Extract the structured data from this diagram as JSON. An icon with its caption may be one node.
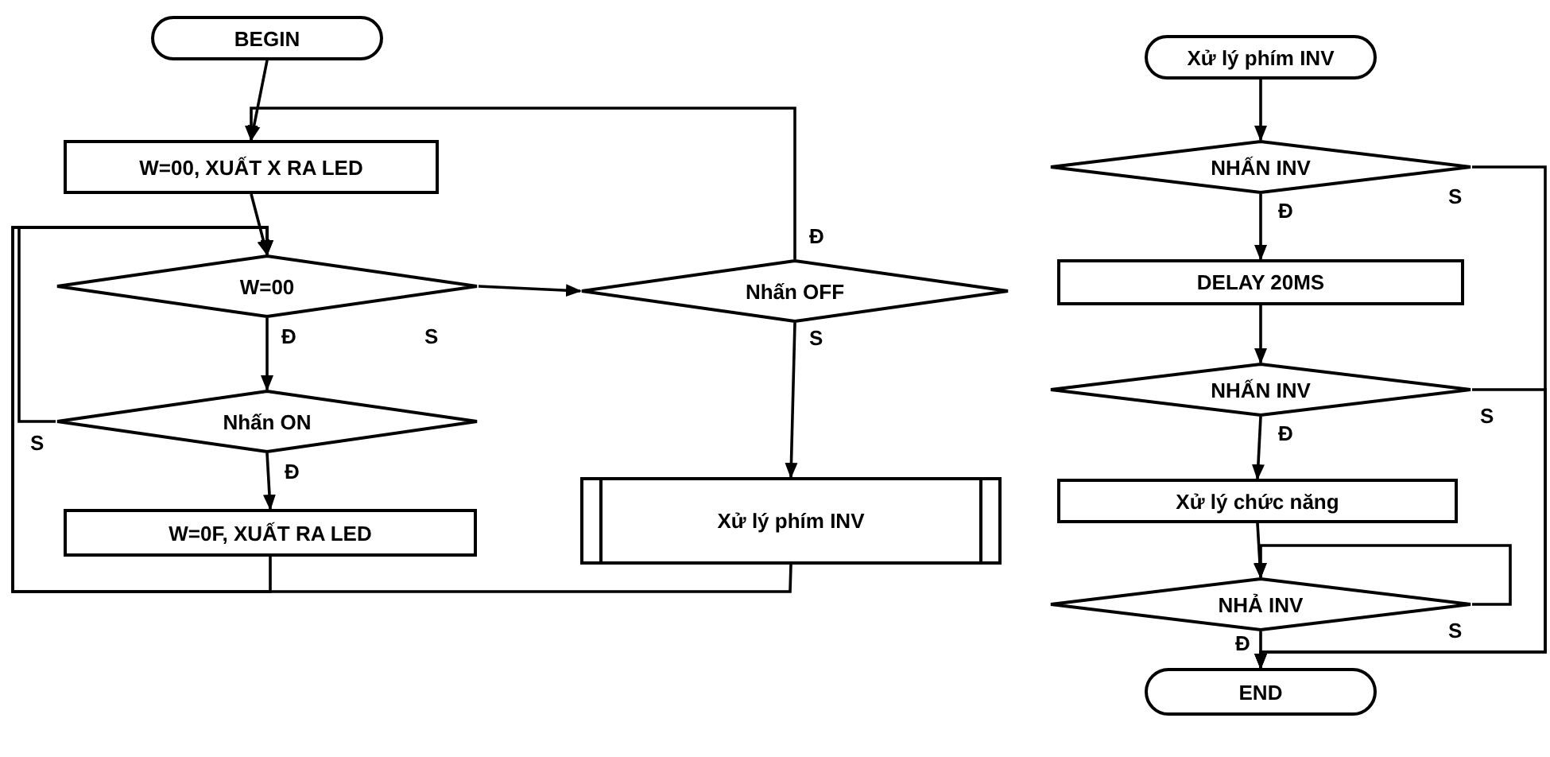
{
  "diagram": {
    "nodes": [
      {
        "text": [
          "BEGIN"
        ]
      },
      {
        "text": [
          "W=00, XUẤT X RA LED"
        ]
      },
      {
        "text": [
          "W=00"
        ]
      },
      {
        "text": [
          "Nhấn ON"
        ]
      },
      {
        "text": [
          "W=0F, XUẤT RA LED"
        ]
      },
      {
        "text": [
          "Nhấn OFF"
        ]
      },
      {
        "text": [
          "Xử lý phím INV"
        ]
      },
      {
        "text": [
          "Xử lý phím INV"
        ]
      },
      {
        "text": [
          "NHẤN INV"
        ]
      },
      {
        "text": [
          "DELAY 20MS"
        ]
      },
      {
        "text": [
          "NHẤN INV"
        ]
      },
      {
        "text": [
          "Xử lý chức năng"
        ]
      },
      {
        "text": [
          "NHẢ INV"
        ]
      },
      {
        "text": [
          "END"
        ]
      }
    ],
    "edges": [
      {
        "from": 0,
        "to": 1,
        "arrow": "to"
      },
      {
        "from": 1,
        "to": 2,
        "arrow": "to"
      },
      {
        "from": 2,
        "to": 3,
        "arrow": "to",
        "label": "Đ"
      },
      {
        "from": 2,
        "to": 5,
        "arrow": "to",
        "label": "S"
      },
      {
        "from": 3,
        "to": 4,
        "arrow": "to",
        "label": "Đ"
      },
      {
        "from": 3,
        "to": 2,
        "arrow": "to",
        "label": "S"
      },
      {
        "from": 4,
        "to": 2,
        "arrow": "to"
      },
      {
        "from": 5,
        "to": 1,
        "arrow": "to",
        "label": "Đ"
      },
      {
        "from": 5,
        "to": 6,
        "arrow": "to",
        "label": "S"
      },
      {
        "from": 6,
        "to": 2,
        "arrow": "to"
      },
      {
        "from": 7,
        "to": 8,
        "arrow": "to"
      },
      {
        "from": 8,
        "to": 9,
        "arrow": "to",
        "label": "Đ"
      },
      {
        "from": 9,
        "to": 10,
        "arrow": "to"
      },
      {
        "from": 10,
        "to": 11,
        "arrow": "to",
        "label": "Đ"
      },
      {
        "from": 8,
        "to": 13,
        "arrow": "to",
        "label": "S"
      },
      {
        "from": 10,
        "to": 13,
        "arrow": "to",
        "label": "S"
      },
      {
        "from": 11,
        "to": 12,
        "arrow": "to"
      },
      {
        "from": 12,
        "to": 12,
        "arrow": "to",
        "label": "S"
      },
      {
        "from": 12,
        "to": 13,
        "arrow": "to",
        "label": "Đ"
      }
    ]
  }
}
